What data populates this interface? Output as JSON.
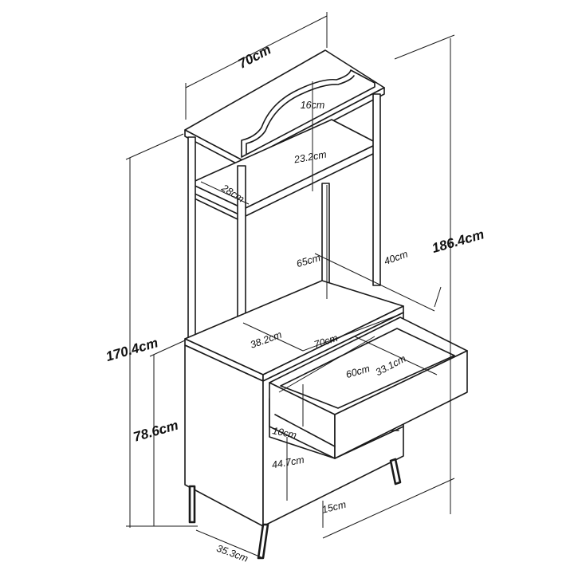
{
  "labels": {
    "top_width": "70cm",
    "total_height": "186.4cm",
    "frame_height": "170.4cm",
    "cabinet_height": "78.6cm",
    "crest_height": "16cm",
    "top_shelf_gap": "23.2cm",
    "shelf_depth": "28cm",
    "frame_open_height": "65cm",
    "upper_depth": "40cm",
    "inner_depth": "38.2cm",
    "counter_width": "70cm",
    "drawer_width": "60cm",
    "drawer_depth": "33.1cm",
    "drawer_height": "10cm",
    "shelf_space_height": "44.7cm",
    "leg_height": "15cm",
    "base_depth": "35.3cm"
  }
}
